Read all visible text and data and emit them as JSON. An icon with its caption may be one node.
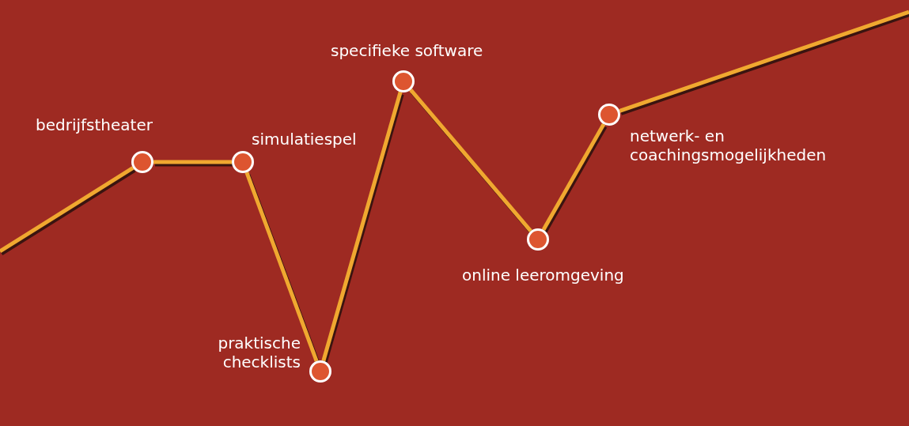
{
  "diagram": {
    "nodes": [
      {
        "text": [],
        "shape": "circle",
        "beside": [
          "bedrijfstheater"
        ]
      },
      {
        "text": [],
        "shape": "circle",
        "beside": [
          "simulatiespel"
        ]
      },
      {
        "text": [],
        "shape": "circle",
        "beside": [
          "praktische checklists"
        ]
      },
      {
        "text": [],
        "shape": "circle",
        "beside": [
          "specifieke software"
        ]
      },
      {
        "text": [],
        "shape": "circle",
        "beside": [
          "online leeromgeving"
        ]
      },
      {
        "text": [],
        "shape": "circle",
        "beside": [
          "netwerk- en coachingsmogelijkheden"
        ]
      }
    ],
    "edges": [
      {
        "from": null,
        "to": 0,
        "arrow": "none"
      },
      {
        "from": 0,
        "to": 1,
        "arrow": "none"
      },
      {
        "from": 1,
        "to": 2,
        "arrow": "none"
      },
      {
        "from": 2,
        "to": 3,
        "arrow": "none"
      },
      {
        "from": 3,
        "to": 4,
        "arrow": "none"
      },
      {
        "from": 4,
        "to": 5,
        "arrow": "none"
      },
      {
        "from": 5,
        "to": null,
        "arrow": "none"
      }
    ]
  }
}
